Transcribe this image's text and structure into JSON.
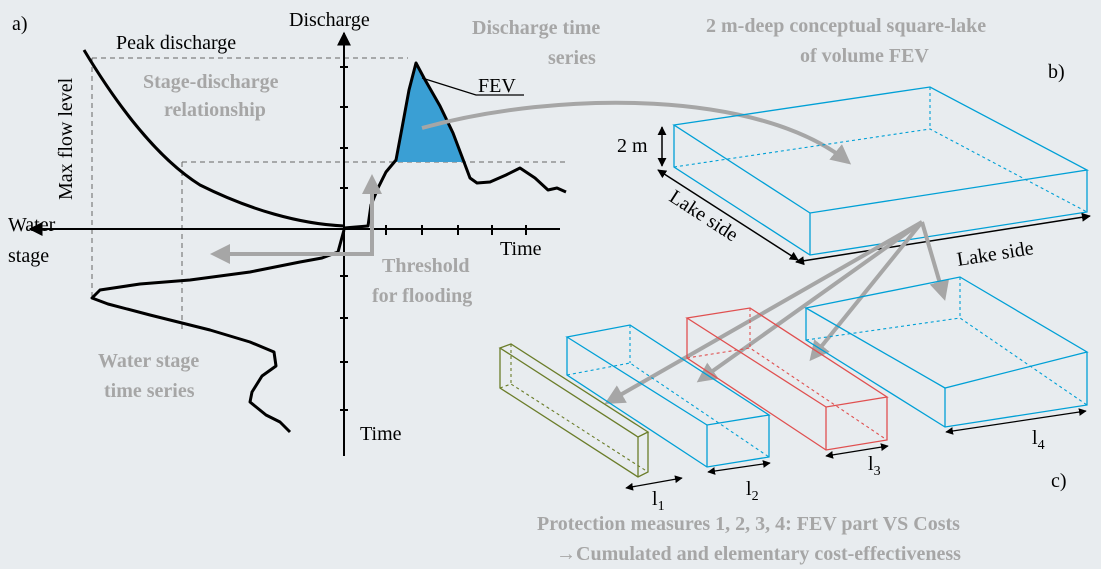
{
  "panels": {
    "a": "a)",
    "b": "b)",
    "c": "c)"
  },
  "graph": {
    "discharge_axis": "Discharge",
    "time_axis_top": "Time",
    "time_axis_bottom": "Time",
    "water_stage_line1": "Water",
    "water_stage_line2": "stage",
    "max_flow_level": "Max flow level",
    "peak_discharge": "Peak discharge",
    "stage_discharge_line1": "Stage-discharge",
    "stage_discharge_line2": "relationship",
    "discharge_ts_line1": "Discharge time",
    "discharge_ts_line2": "series",
    "fev": "FEV",
    "threshold_line1": "Threshold",
    "threshold_line2": "for flooding",
    "water_stage_ts_line1": "Water stage",
    "water_stage_ts_line2": "time series"
  },
  "lake": {
    "title_line1": "2 m-deep conceptual square-lake",
    "title_line2": "of volume FEV",
    "depth": "2 m",
    "side_left": "Lake side",
    "side_right": "Lake side"
  },
  "measures": {
    "l1": "l",
    "l1_sub": "1",
    "l2": "l",
    "l2_sub": "2",
    "l3": "l",
    "l3_sub": "3",
    "l4": "l",
    "l4_sub": "4",
    "caption_line1": "Protection measures 1, 2, 3, 4: FEV part  VS Costs",
    "caption_line2": "→Cumulated and elementary cost-effectiveness"
  },
  "colors": {
    "fev_fill": "#3a9fd4",
    "annotation_gray": "#a6a6a6",
    "lake_blue": "#00a0d6",
    "measure3_red": "#e05050",
    "measure1_green": "#6b7d2a"
  }
}
